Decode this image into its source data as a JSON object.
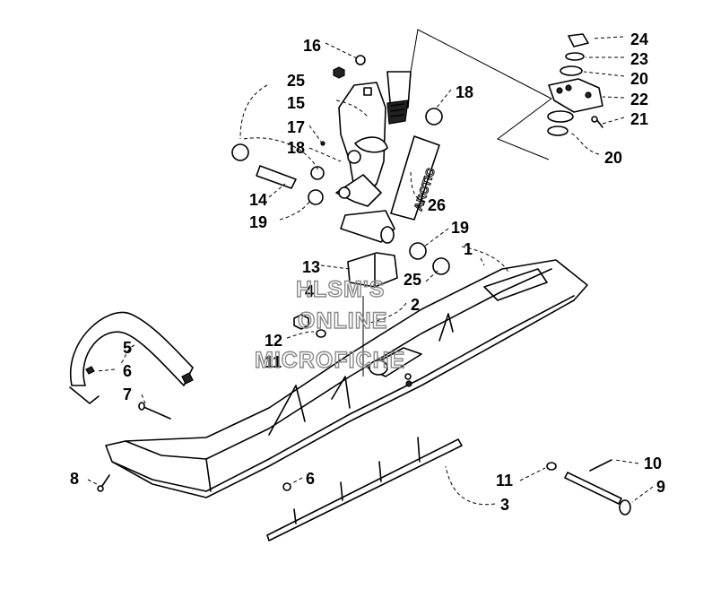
{
  "diagram": {
    "callouts": [
      {
        "id": "c24",
        "label": "24"
      },
      {
        "id": "c23",
        "label": "23"
      },
      {
        "id": "c20a",
        "label": "20"
      },
      {
        "id": "c22",
        "label": "22"
      },
      {
        "id": "c21",
        "label": "21"
      },
      {
        "id": "c20b",
        "label": "20"
      },
      {
        "id": "c16",
        "label": "16"
      },
      {
        "id": "c25a",
        "label": "25"
      },
      {
        "id": "c15",
        "label": "15"
      },
      {
        "id": "c18a",
        "label": "18"
      },
      {
        "id": "c17",
        "label": "17"
      },
      {
        "id": "c18b",
        "label": "18"
      },
      {
        "id": "c14",
        "label": "14"
      },
      {
        "id": "c26",
        "label": "26"
      },
      {
        "id": "c19a",
        "label": "19"
      },
      {
        "id": "c19b",
        "label": "19"
      },
      {
        "id": "c1",
        "label": "1"
      },
      {
        "id": "c13",
        "label": "13"
      },
      {
        "id": "c25b",
        "label": "25"
      },
      {
        "id": "c4",
        "label": "4"
      },
      {
        "id": "c2",
        "label": "2"
      },
      {
        "id": "c12",
        "label": "12"
      },
      {
        "id": "c11a",
        "label": "11"
      },
      {
        "id": "c5",
        "label": "5"
      },
      {
        "id": "c6a",
        "label": "6"
      },
      {
        "id": "c7",
        "label": "7"
      },
      {
        "id": "c8",
        "label": "8"
      },
      {
        "id": "c6b",
        "label": "6"
      },
      {
        "id": "c11b",
        "label": "11"
      },
      {
        "id": "c3",
        "label": "3"
      },
      {
        "id": "c10",
        "label": "10"
      },
      {
        "id": "c9",
        "label": "9"
      }
    ],
    "spindle_logo_text": "ARCTIC",
    "watermark": [
      "HLSM'S",
      "ONLINE",
      "MICROFICHE"
    ]
  }
}
